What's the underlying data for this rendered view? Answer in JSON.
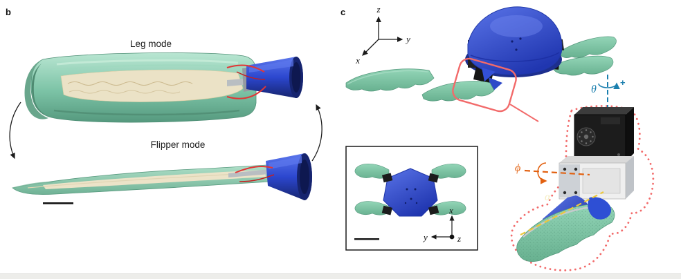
{
  "panel_b": {
    "label": "b",
    "leg_mode_label": "Leg mode",
    "flipper_mode_label": "Flipper mode"
  },
  "panel_c": {
    "label": "c",
    "axes": {
      "z": "z",
      "y": "y",
      "x": "x"
    },
    "inset_axes": {
      "x": "x",
      "y": "y",
      "z": "z"
    },
    "angles": {
      "theta": "θ",
      "theta_sign": "+",
      "phi": "ϕ",
      "alpha": "α"
    }
  },
  "colors": {
    "flipper_green": "#7fcbaa",
    "body_blue": "#2e4fd4",
    "bone_cream": "#e9e0c4",
    "wire_red": "#e23535",
    "callout_red": "#f26a6a",
    "theta_blue": "#1b7fae",
    "phi_orange": "#e2600f",
    "alpha_yellow": "#ecc83a"
  }
}
